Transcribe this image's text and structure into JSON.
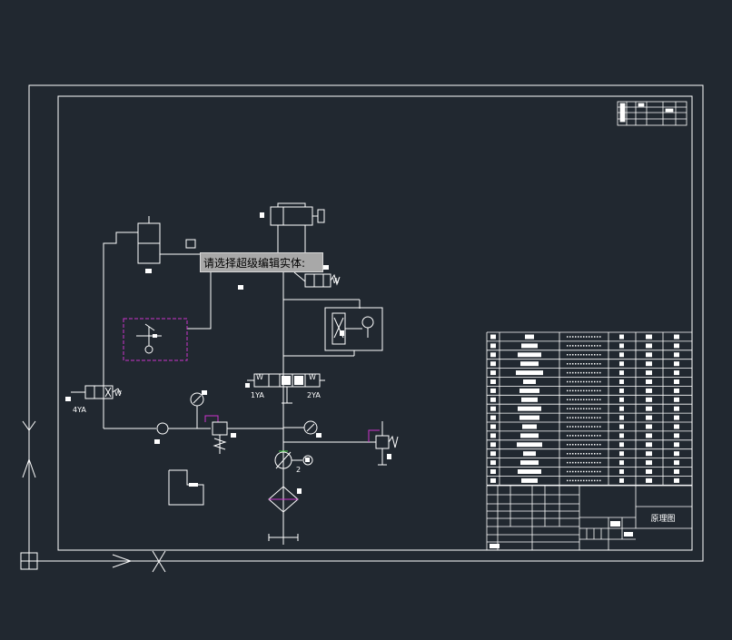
{
  "prompt": {
    "text": "请选择超级编辑实体:"
  },
  "labels": {
    "valve_4ya": "4YA",
    "valve_1ya": "1YA",
    "valve_2ya": "2YA",
    "pump_num": "2",
    "spring_w": "W"
  },
  "title_block": {
    "drawing_name": "原理图"
  },
  "colors": {
    "background": "#212830",
    "line": "#ffffff",
    "highlight": "#cc33cc",
    "tooltip_bg": "#a8a8a8"
  }
}
